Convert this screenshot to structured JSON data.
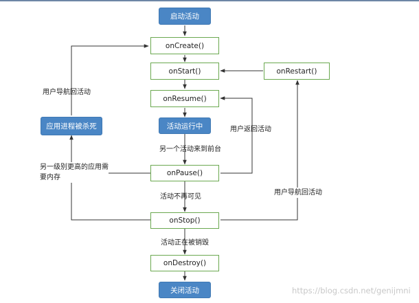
{
  "nodes": {
    "start_activity": "启动活动",
    "on_create": "onCreate()",
    "on_start": "onStart()",
    "on_restart": "onRestart()",
    "on_resume": "onResume()",
    "activity_running": "活动运行中",
    "process_killed": "应用进程被杀死",
    "on_pause": "onPause()",
    "on_stop": "onStop()",
    "on_destroy": "onDestroy()",
    "close_activity": "关闭活动"
  },
  "edge_labels": {
    "user_navigates_back_left": "用户导航回活动",
    "user_returns": "用户返回活动",
    "another_activity_foreground": "另一个活动来到前台",
    "higher_priority_app_memory": "另一级别更高的应用需要内存",
    "activity_not_visible": "活动不再可见",
    "user_navigates_back_right": "用户导航回活动",
    "activity_being_destroyed": "活动正在被销毁"
  },
  "watermark": "https://blog.csdn.net/genijmni",
  "colors": {
    "green_border": "#6aa84f",
    "blue_fill": "#4a86c5",
    "line": "#333333"
  }
}
